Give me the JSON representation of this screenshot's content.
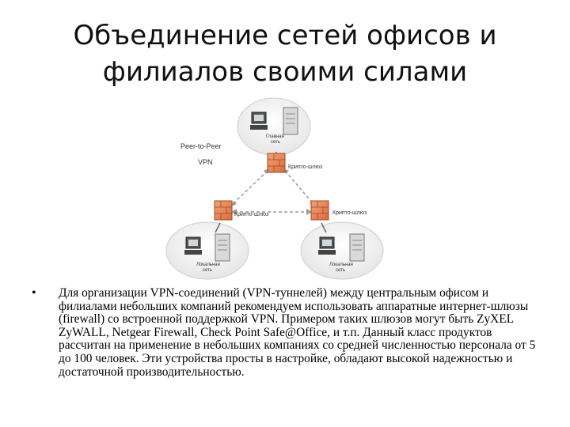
{
  "slide": {
    "title_line1": "Объединение сетей офисов и",
    "title_line2": "филиалов своими силами"
  },
  "diagram": {
    "label_peer": "Peer-to-Peer",
    "label_vpn": "VPN",
    "top_network_label_1": "Главная",
    "top_network_label_2": "сеть",
    "top_gateway_label": "Крипто-шлюз",
    "left_gateway_label": "Крипто-шлюз",
    "right_gateway_label": "Крипто-шлюз",
    "left_network_label_1": "Локальная",
    "left_network_label_2": "сеть",
    "right_network_label_1": "Локальная",
    "right_network_label_2": "сеть"
  },
  "body": {
    "bullet_symbol": "•",
    "paragraph": "Для организации VPN-соединений (VPN-туннелей) между центральным офисом и филиалами небольших компаний рекомендуем использовать аппаратные интернет-шлюзы (firewall) со встроенной поддержкой VPN. Примером таких шлюзов могут быть ZyXEL ZyWALL, Netgear Firewall, Check Point Safe@Office, и т.п. Данный класс продуктов рассчитан на применение в небольших компаниях со средней численностью персонала от 5 до 100 человек. Эти устройства просты в настройке, обладают высокой надежностью и достаточной производительностью."
  },
  "colors": {
    "firewall": "#e8875a",
    "bubble": "#f2f2f2"
  }
}
